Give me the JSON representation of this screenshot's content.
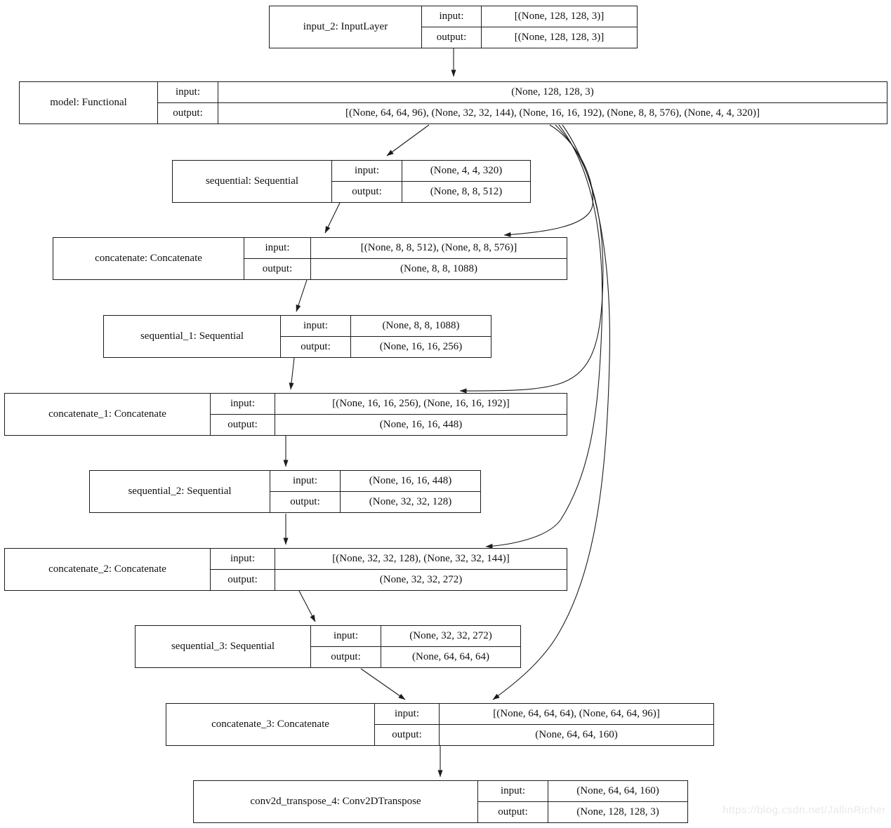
{
  "watermark": "https://blog.csdn.net/JallinRicher",
  "colors": {
    "background": "#ffffff",
    "node_border": "#1c1c1c",
    "edge": "#1c1c1c",
    "watermark_text": "#e9e9e9"
  },
  "diagram": {
    "type": "keras-model-plot",
    "io_labels": {
      "input": "input:",
      "output": "output:"
    },
    "nodes": [
      {
        "id": "input_2",
        "label": "input_2: InputLayer",
        "input": "[(None, 128, 128, 3)]",
        "output": "[(None, 128, 128, 3)]"
      },
      {
        "id": "model",
        "label": "model: Functional",
        "input": "(None, 128, 128, 3)",
        "output": "[(None, 64, 64, 96), (None, 32, 32, 144), (None, 16, 16, 192), (None, 8, 8, 576), (None, 4, 4, 320)]"
      },
      {
        "id": "sequential",
        "label": "sequential: Sequential",
        "input": "(None, 4, 4, 320)",
        "output": "(None, 8, 8, 512)"
      },
      {
        "id": "concatenate",
        "label": "concatenate: Concatenate",
        "input": "[(None, 8, 8, 512), (None, 8, 8, 576)]",
        "output": "(None, 8, 8, 1088)"
      },
      {
        "id": "sequential_1",
        "label": "sequential_1: Sequential",
        "input": "(None, 8, 8, 1088)",
        "output": "(None, 16, 16, 256)"
      },
      {
        "id": "concatenate_1",
        "label": "concatenate_1: Concatenate",
        "input": "[(None, 16, 16, 256), (None, 16, 16, 192)]",
        "output": "(None, 16, 16, 448)"
      },
      {
        "id": "sequential_2",
        "label": "sequential_2: Sequential",
        "input": "(None, 16, 16, 448)",
        "output": "(None, 32, 32, 128)"
      },
      {
        "id": "concatenate_2",
        "label": "concatenate_2: Concatenate",
        "input": "[(None, 32, 32, 128), (None, 32, 32, 144)]",
        "output": "(None, 32, 32, 272)"
      },
      {
        "id": "sequential_3",
        "label": "sequential_3: Sequential",
        "input": "(None, 32, 32, 272)",
        "output": "(None, 64, 64, 64)"
      },
      {
        "id": "concatenate_3",
        "label": "concatenate_3: Concatenate",
        "input": "[(None, 64, 64, 64), (None, 64, 64, 96)]",
        "output": "(None, 64, 64, 160)"
      },
      {
        "id": "conv2d_transpose_4",
        "label": "conv2d_transpose_4: Conv2DTranspose",
        "input": "(None, 64, 64, 160)",
        "output": "(None, 128, 128, 3)"
      }
    ],
    "edges": [
      {
        "from": "input_2",
        "to": "model"
      },
      {
        "from": "model",
        "to": "sequential"
      },
      {
        "from": "model",
        "to": "concatenate"
      },
      {
        "from": "model",
        "to": "concatenate_1"
      },
      {
        "from": "model",
        "to": "concatenate_2"
      },
      {
        "from": "model",
        "to": "concatenate_3"
      },
      {
        "from": "sequential",
        "to": "concatenate"
      },
      {
        "from": "concatenate",
        "to": "sequential_1"
      },
      {
        "from": "sequential_1",
        "to": "concatenate_1"
      },
      {
        "from": "concatenate_1",
        "to": "sequential_2"
      },
      {
        "from": "sequential_2",
        "to": "concatenate_2"
      },
      {
        "from": "concatenate_2",
        "to": "sequential_3"
      },
      {
        "from": "sequential_3",
        "to": "concatenate_3"
      },
      {
        "from": "concatenate_3",
        "to": "conv2d_transpose_4"
      }
    ]
  }
}
